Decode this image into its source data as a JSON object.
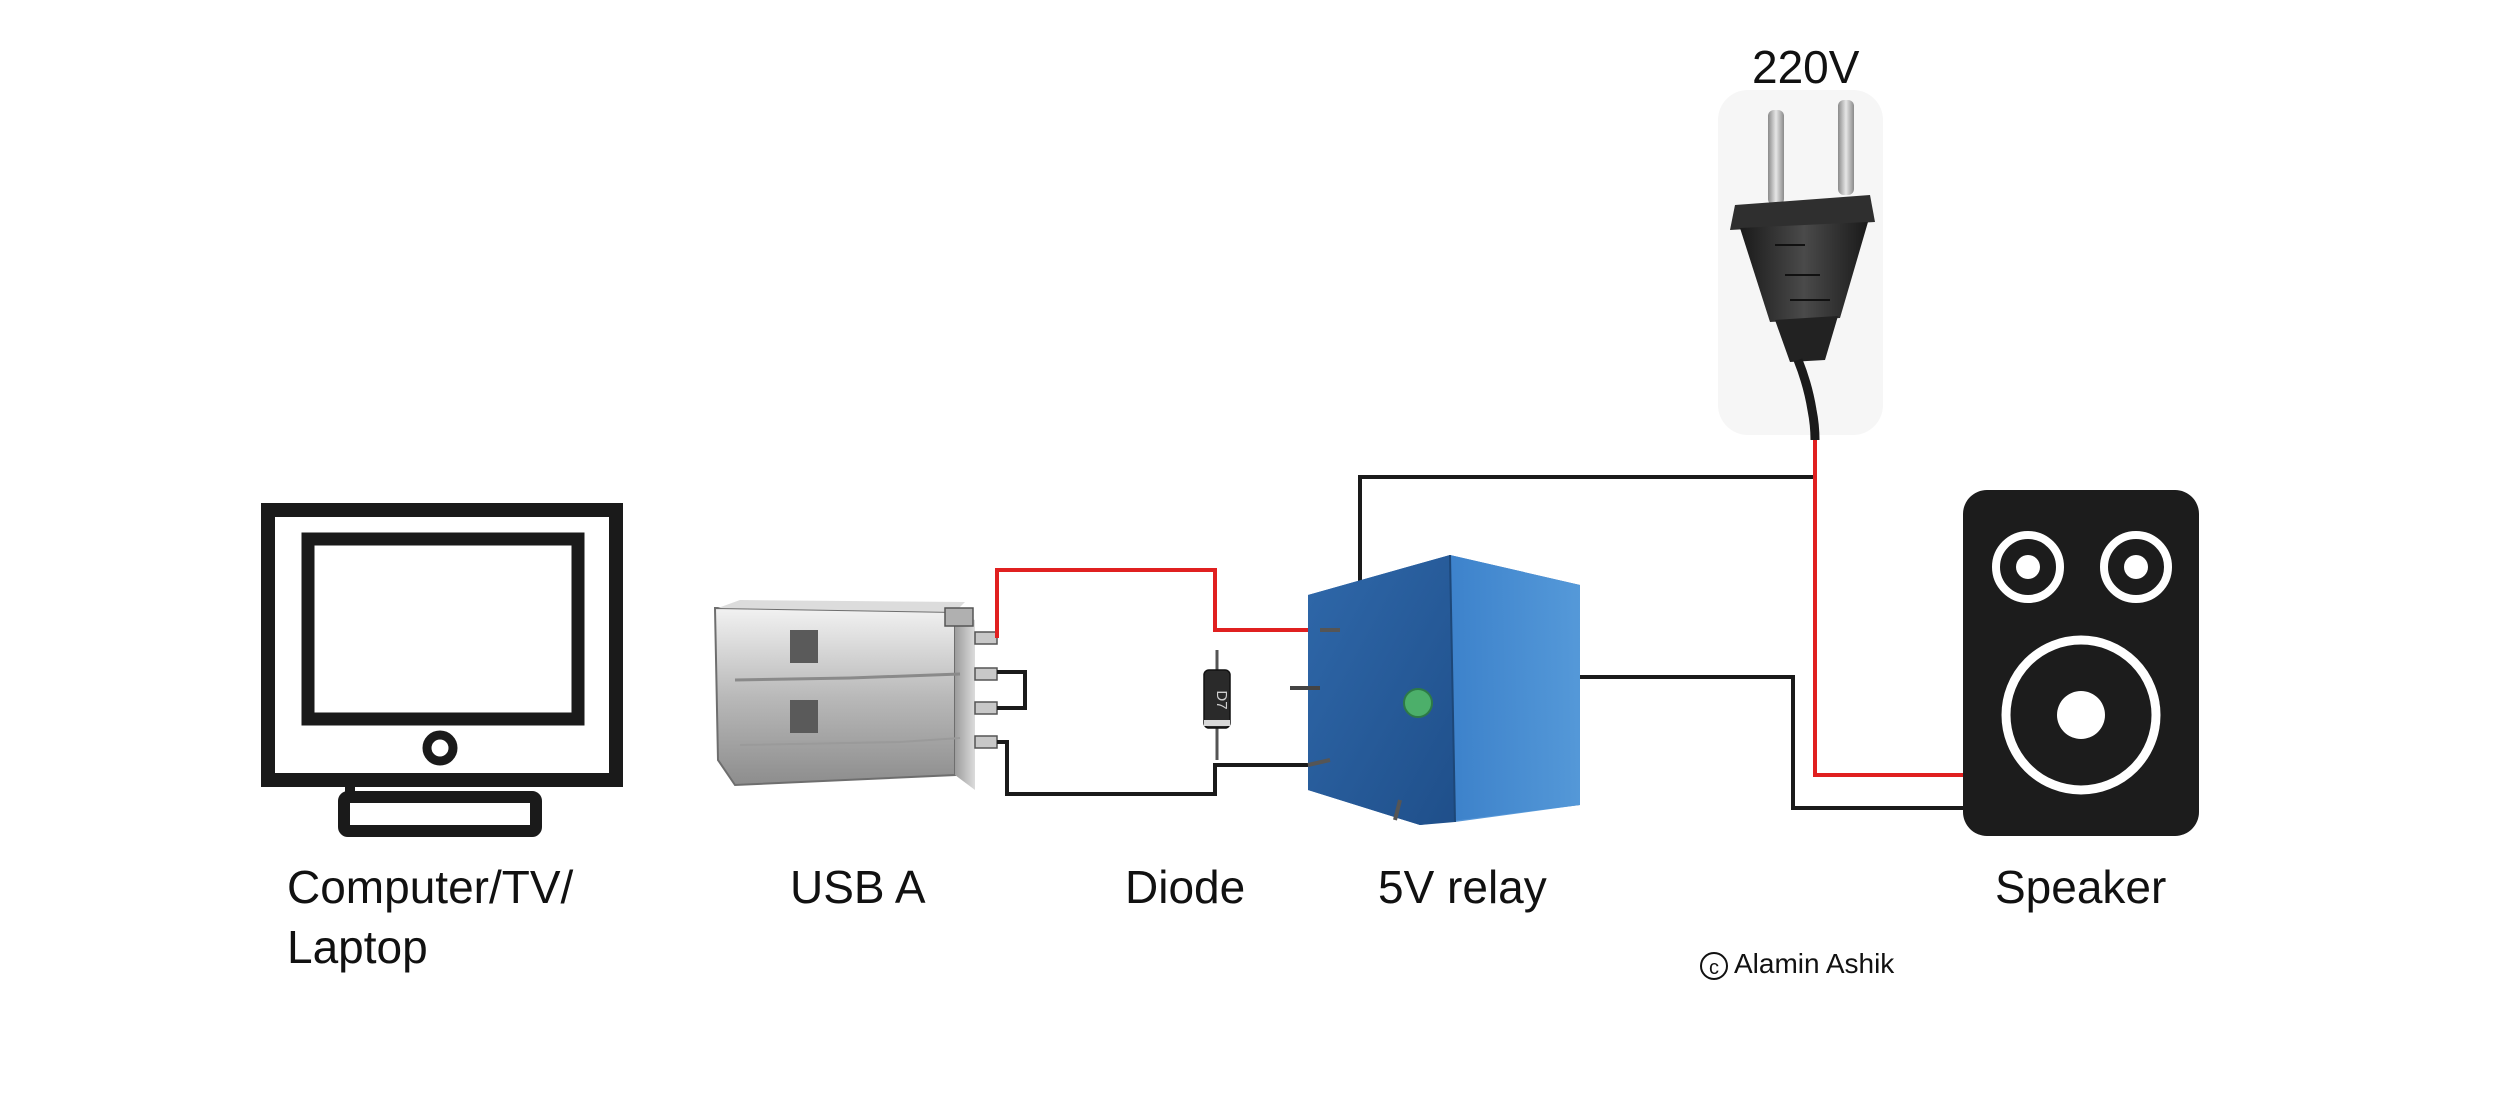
{
  "labels": {
    "computer_line1": "Computer/TV/",
    "computer_line2": "Laptop",
    "usb": "USB A",
    "diode": "Diode",
    "relay": "5V relay",
    "speaker": "Speaker",
    "voltage": "220V"
  },
  "diode_marking": "D7",
  "copyright": {
    "symbol": "c",
    "text": "Alamin Ashik"
  },
  "colors": {
    "positive_wire": "#e02020",
    "negative_wire": "#1a1a1a",
    "relay_body": "#2f72b8",
    "speaker_body": "#1c1c1c",
    "plug": "#2a2a2a"
  },
  "icons": [
    "computer-monitor-icon",
    "usb-a-plug-icon",
    "diode-icon",
    "relay-icon",
    "speaker-icon",
    "power-plug-icon"
  ]
}
